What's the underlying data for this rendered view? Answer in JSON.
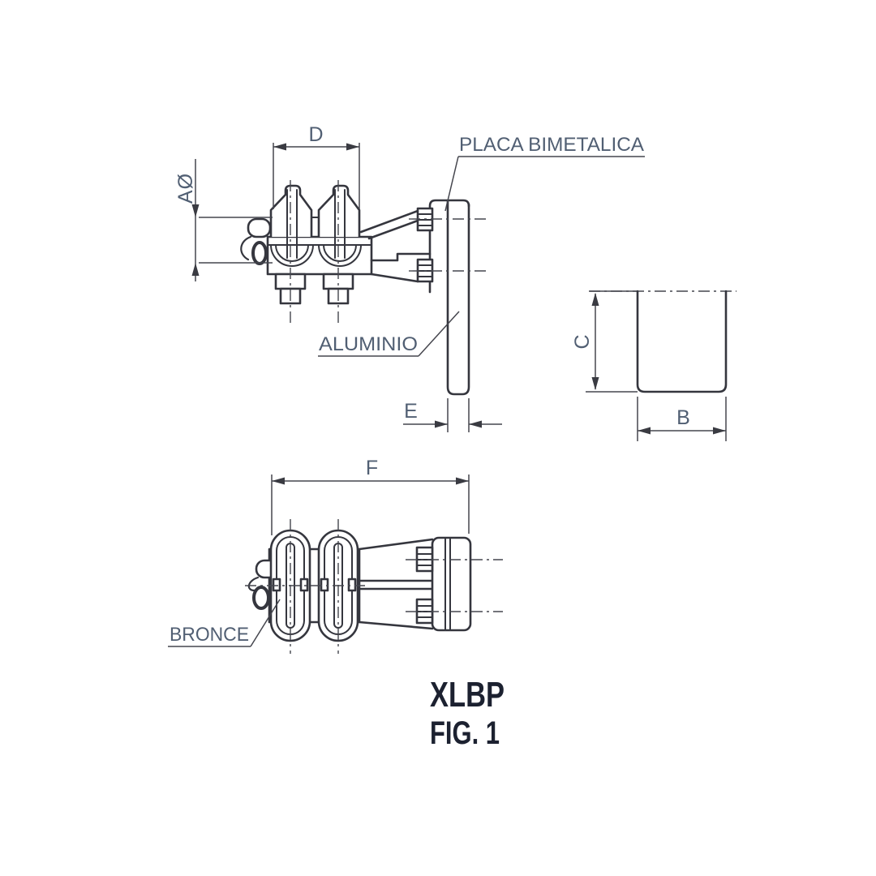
{
  "drawing": {
    "product_code": "XLBP",
    "figure_label": "FIG. 1",
    "dimensions": {
      "cap_spacing": "D",
      "conductor_diameter": "AØ",
      "plate_thickness": "E",
      "plate_height": "C",
      "plate_width": "B",
      "overall_length": "F"
    },
    "callouts": {
      "bimetallic_plate": "PLACA BIMETALICA",
      "aluminum": "ALUMINIO",
      "bronze": "BRONCE"
    },
    "colors": {
      "outline": "#35363e",
      "thin_line": "#45464e",
      "label_text": "#515f73",
      "title_text": "#1c2130",
      "background": "#ffffff"
    }
  }
}
